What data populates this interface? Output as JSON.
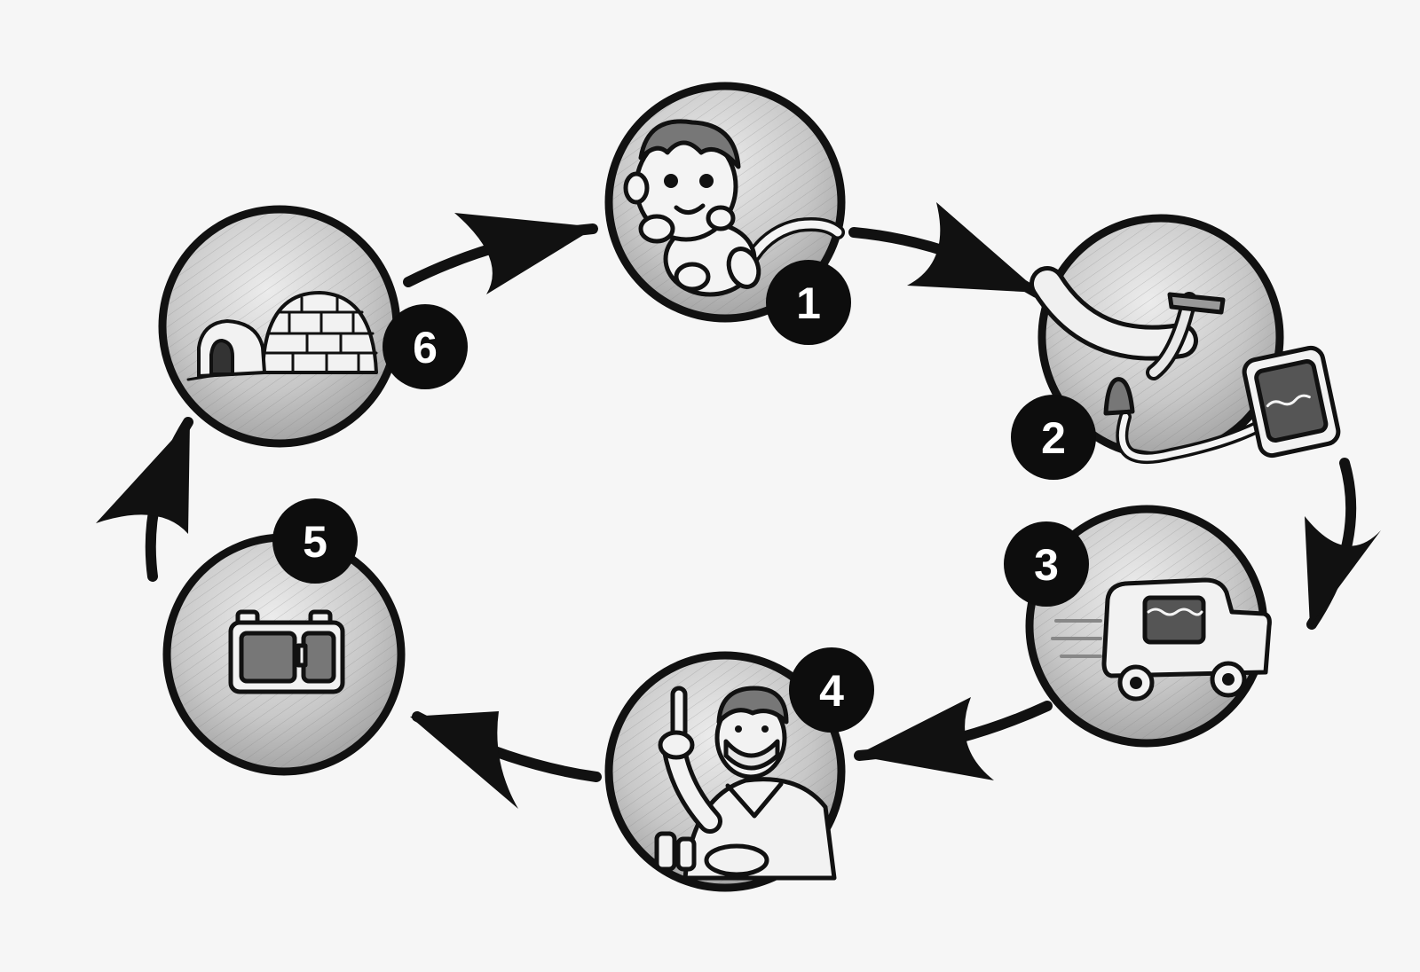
{
  "diagram": {
    "type": "cycle",
    "steps": [
      {
        "number": "1",
        "icon": "baby-with-umbilical-cord-icon"
      },
      {
        "number": "2",
        "icon": "cord-blood-collection-bag-icon"
      },
      {
        "number": "3",
        "icon": "transport-van-icon"
      },
      {
        "number": "4",
        "icon": "lab-technician-with-test-tube-icon"
      },
      {
        "number": "5",
        "icon": "storage-container-icon"
      },
      {
        "number": "6",
        "icon": "igloo-cryo-storage-icon"
      }
    ],
    "colors": {
      "background": "#f6f6f6",
      "ink": "#111111",
      "circle_fill_light": "#e4e4e4",
      "circle_fill_dark": "#9a9a9a",
      "badge": "#0d0d0d",
      "badge_text": "#ffffff"
    }
  }
}
